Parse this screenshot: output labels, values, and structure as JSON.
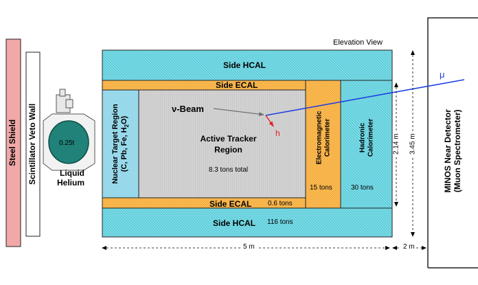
{
  "labels": {
    "elevation_view": "Elevation View",
    "steel_shield": "Steel Shield",
    "scintillator_veto_wall": "Scintillator Veto Wall",
    "helium_mass": "0.25t",
    "liquid": "Liquid",
    "helium": "Helium",
    "side_hcal_top": "Side HCAL",
    "side_ecal_top": "Side ECAL",
    "nuclear_target_line1": "Nuclear Target Region",
    "nuclear_target_line2_prefix": "(C, Pb, Fe, H",
    "nuclear_target_line2_sub": "2",
    "nuclear_target_line2_suffix": "O)",
    "beam": "ν-Beam",
    "hadron": "h",
    "muon": "μ",
    "active_tracker_line1": "Active Tracker",
    "active_tracker_line2": "Region",
    "active_tracker_mass": "8.3 tons total",
    "em_cal_line1": "Electromagnetic",
    "em_cal_line2": "Calorimeter",
    "em_cal_mass": "15 tons",
    "had_cal_line1": "Hadronic",
    "had_cal_line2": "Calorimeter",
    "had_cal_mass": "30 tons",
    "side_ecal_bottom": "Side ECAL",
    "side_ecal_mass": "0.6 tons",
    "side_hcal_bottom": "Side HCAL",
    "side_hcal_mass": "116 tons",
    "dim_5m": "5 m",
    "dim_2m": "2 m",
    "dim_214m": "2.14 m",
    "dim_345m": "3.45 m",
    "minos_line1": "MINOS Near Detector",
    "minos_line2": "(Muon Spectrometer)"
  },
  "colors": {
    "hcal": "#5ecfdc",
    "ecal": "#f6ac3a",
    "nuclear_target": "#8dd4e8",
    "tracker": "#c9c9c9",
    "steel": "#f0a8a8",
    "helium_tank": "#208278",
    "muon_track": "#1f3fe0",
    "hadron_track": "#e8222a",
    "beam_arrow": "#707070"
  }
}
